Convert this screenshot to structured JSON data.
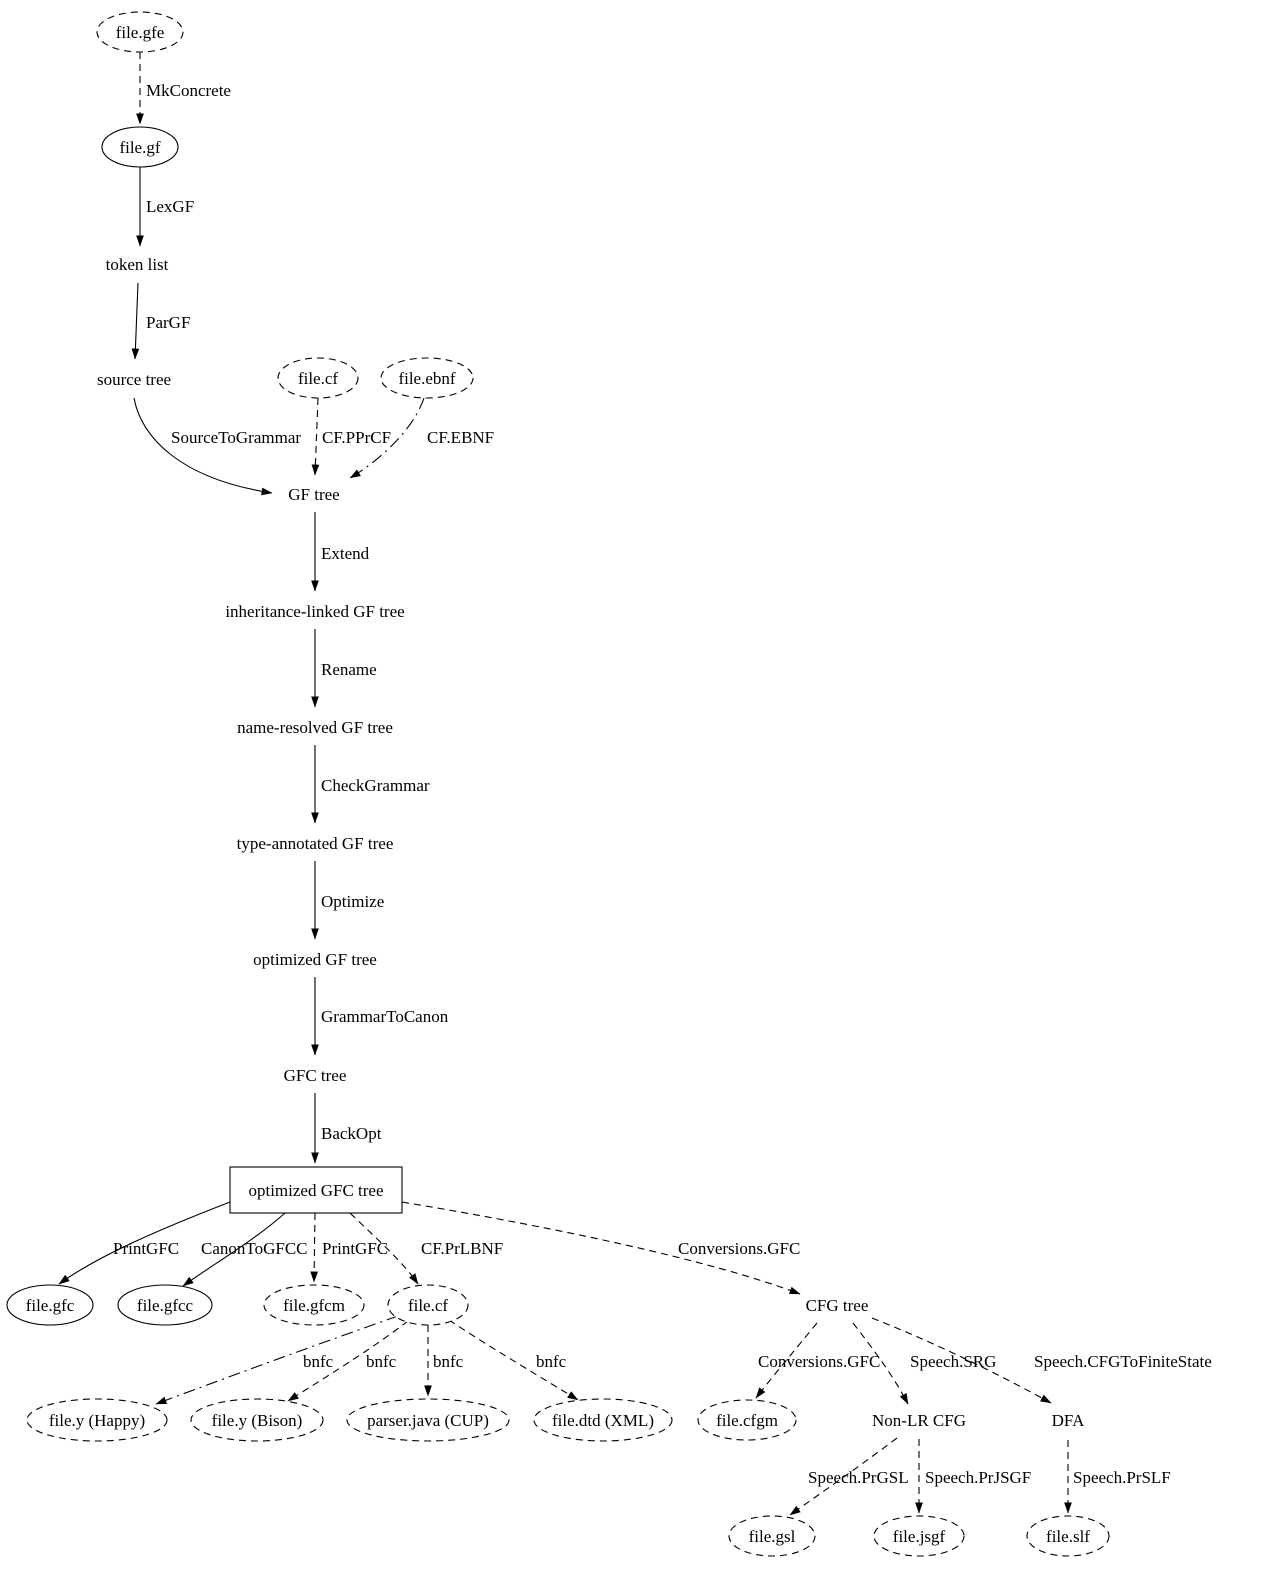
{
  "diagram": {
    "type": "flowchart",
    "background_color": "#ffffff",
    "stroke_color": "#000000"
  },
  "nodes": [
    {
      "id": "file.gfe",
      "label": "file.gfe",
      "shape": "ellipse",
      "border": "dashed"
    },
    {
      "id": "file.gf",
      "label": "file.gf",
      "shape": "ellipse",
      "border": "solid"
    },
    {
      "id": "token-list",
      "label": "token list",
      "shape": "plaintext"
    },
    {
      "id": "source-tree",
      "label": "source tree",
      "shape": "plaintext"
    },
    {
      "id": "file.cf-input",
      "label": "file.cf",
      "shape": "ellipse",
      "border": "dashed"
    },
    {
      "id": "file.ebnf",
      "label": "file.ebnf",
      "shape": "ellipse",
      "border": "dashed"
    },
    {
      "id": "gf-tree",
      "label": "GF tree",
      "shape": "plaintext"
    },
    {
      "id": "inheritance-linked-gf-tree",
      "label": "inheritance-linked GF tree",
      "shape": "plaintext"
    },
    {
      "id": "name-resolved-gf-tree",
      "label": "name-resolved GF tree",
      "shape": "plaintext"
    },
    {
      "id": "type-annotated-gf-tree",
      "label": "type-annotated GF tree",
      "shape": "plaintext"
    },
    {
      "id": "optimized-gf-tree",
      "label": "optimized GF tree",
      "shape": "plaintext"
    },
    {
      "id": "gfc-tree",
      "label": "GFC tree",
      "shape": "plaintext"
    },
    {
      "id": "optimized-gfc-tree",
      "label": "optimized GFC tree",
      "shape": "box",
      "border": "solid"
    },
    {
      "id": "file.gfc",
      "label": "file.gfc",
      "shape": "ellipse",
      "border": "solid"
    },
    {
      "id": "file.gfcc",
      "label": "file.gfcc",
      "shape": "ellipse",
      "border": "solid"
    },
    {
      "id": "file.gfcm",
      "label": "file.gfcm",
      "shape": "ellipse",
      "border": "dashed"
    },
    {
      "id": "file.cf-output",
      "label": "file.cf",
      "shape": "ellipse",
      "border": "dashed"
    },
    {
      "id": "cfg-tree",
      "label": "CFG tree",
      "shape": "plaintext"
    },
    {
      "id": "file.y-happy",
      "label": "file.y (Happy)",
      "shape": "ellipse",
      "border": "dashed"
    },
    {
      "id": "file.y-bison",
      "label": "file.y (Bison)",
      "shape": "ellipse",
      "border": "dashed"
    },
    {
      "id": "parser.java-cup",
      "label": "parser.java (CUP)",
      "shape": "ellipse",
      "border": "dashed"
    },
    {
      "id": "file.dtd-xml",
      "label": "file.dtd (XML)",
      "shape": "ellipse",
      "border": "dashed"
    },
    {
      "id": "file.cfgm",
      "label": "file.cfgm",
      "shape": "ellipse",
      "border": "dashed"
    },
    {
      "id": "non-lr-cfg",
      "label": "Non-LR CFG",
      "shape": "plaintext"
    },
    {
      "id": "dfa",
      "label": "DFA",
      "shape": "plaintext"
    },
    {
      "id": "file.gsl",
      "label": "file.gsl",
      "shape": "ellipse",
      "border": "dashed"
    },
    {
      "id": "file.jsgf",
      "label": "file.jsgf",
      "shape": "ellipse",
      "border": "dashed"
    },
    {
      "id": "file.slf",
      "label": "file.slf",
      "shape": "ellipse",
      "border": "dashed"
    }
  ],
  "edges": [
    {
      "from": "file.gfe",
      "to": "file.gf",
      "label": "MkConcrete",
      "style": "dashed"
    },
    {
      "from": "file.gf",
      "to": "token-list",
      "label": "LexGF",
      "style": "solid"
    },
    {
      "from": "token-list",
      "to": "source-tree",
      "label": "ParGF",
      "style": "solid"
    },
    {
      "from": "source-tree",
      "to": "gf-tree",
      "label": "SourceToGrammar",
      "style": "solid"
    },
    {
      "from": "file.cf-input",
      "to": "gf-tree",
      "label": "CF.PPrCF",
      "style": "dashed"
    },
    {
      "from": "file.ebnf",
      "to": "gf-tree",
      "label": "CF.EBNF",
      "style": "dashdot"
    },
    {
      "from": "gf-tree",
      "to": "inheritance-linked-gf-tree",
      "label": "Extend",
      "style": "solid"
    },
    {
      "from": "inheritance-linked-gf-tree",
      "to": "name-resolved-gf-tree",
      "label": "Rename",
      "style": "solid"
    },
    {
      "from": "name-resolved-gf-tree",
      "to": "type-annotated-gf-tree",
      "label": "CheckGrammar",
      "style": "solid"
    },
    {
      "from": "type-annotated-gf-tree",
      "to": "optimized-gf-tree",
      "label": "Optimize",
      "style": "solid"
    },
    {
      "from": "optimized-gf-tree",
      "to": "gfc-tree",
      "label": "GrammarToCanon",
      "style": "solid"
    },
    {
      "from": "gfc-tree",
      "to": "optimized-gfc-tree",
      "label": "BackOpt",
      "style": "solid"
    },
    {
      "from": "optimized-gfc-tree",
      "to": "file.gfc",
      "label": "PrintGFC",
      "style": "solid"
    },
    {
      "from": "optimized-gfc-tree",
      "to": "file.gfcc",
      "label": "CanonToGFCC",
      "style": "solid"
    },
    {
      "from": "optimized-gfc-tree",
      "to": "file.gfcm",
      "label": "PrintGFC",
      "style": "dashed"
    },
    {
      "from": "optimized-gfc-tree",
      "to": "file.cf-output",
      "label": "CF.PrLBNF",
      "style": "dashed"
    },
    {
      "from": "optimized-gfc-tree",
      "to": "cfg-tree",
      "label": "Conversions.GFC",
      "style": "dashed"
    },
    {
      "from": "file.cf-output",
      "to": "file.y-happy",
      "label": "bnfc",
      "style": "dashdot"
    },
    {
      "from": "file.cf-output",
      "to": "file.y-bison",
      "label": "bnfc",
      "style": "dashed"
    },
    {
      "from": "file.cf-output",
      "to": "parser.java-cup",
      "label": "bnfc",
      "style": "dashed"
    },
    {
      "from": "file.cf-output",
      "to": "file.dtd-xml",
      "label": "bnfc",
      "style": "dashed"
    },
    {
      "from": "cfg-tree",
      "to": "file.cfgm",
      "label": "Conversions.GFC",
      "style": "dashed"
    },
    {
      "from": "cfg-tree",
      "to": "non-lr-cfg",
      "label": "Speech.SRG",
      "style": "dashed"
    },
    {
      "from": "cfg-tree",
      "to": "dfa",
      "label": "Speech.CFGToFiniteState",
      "style": "dashed"
    },
    {
      "from": "non-lr-cfg",
      "to": "file.gsl",
      "label": "Speech.PrGSL",
      "style": "dashed"
    },
    {
      "from": "non-lr-cfg",
      "to": "file.jsgf",
      "label": "Speech.PrJSGF",
      "style": "dashed"
    },
    {
      "from": "dfa",
      "to": "file.slf",
      "label": "Speech.PrSLF",
      "style": "dashed"
    }
  ]
}
